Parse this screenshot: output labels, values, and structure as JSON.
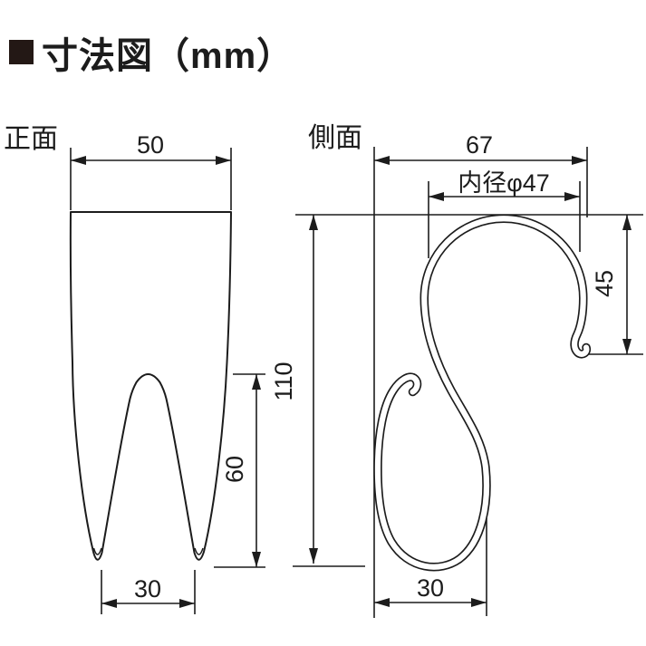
{
  "title": {
    "text": "寸法図（mm）"
  },
  "unit": "mm",
  "colors": {
    "line": "#1c1c1c",
    "background": "#ffffff",
    "title_square": "#231815"
  },
  "views": {
    "front": {
      "label": "正面",
      "dimensions": {
        "top_width": "50",
        "prong_height": "60",
        "bottom_width": "30"
      }
    },
    "side": {
      "label": "側面",
      "dimensions": {
        "overall_width": "67",
        "inner_diameter": "内径φ47",
        "overall_height": "110",
        "hook_opening_height": "45",
        "bottom_width": "30"
      }
    }
  }
}
